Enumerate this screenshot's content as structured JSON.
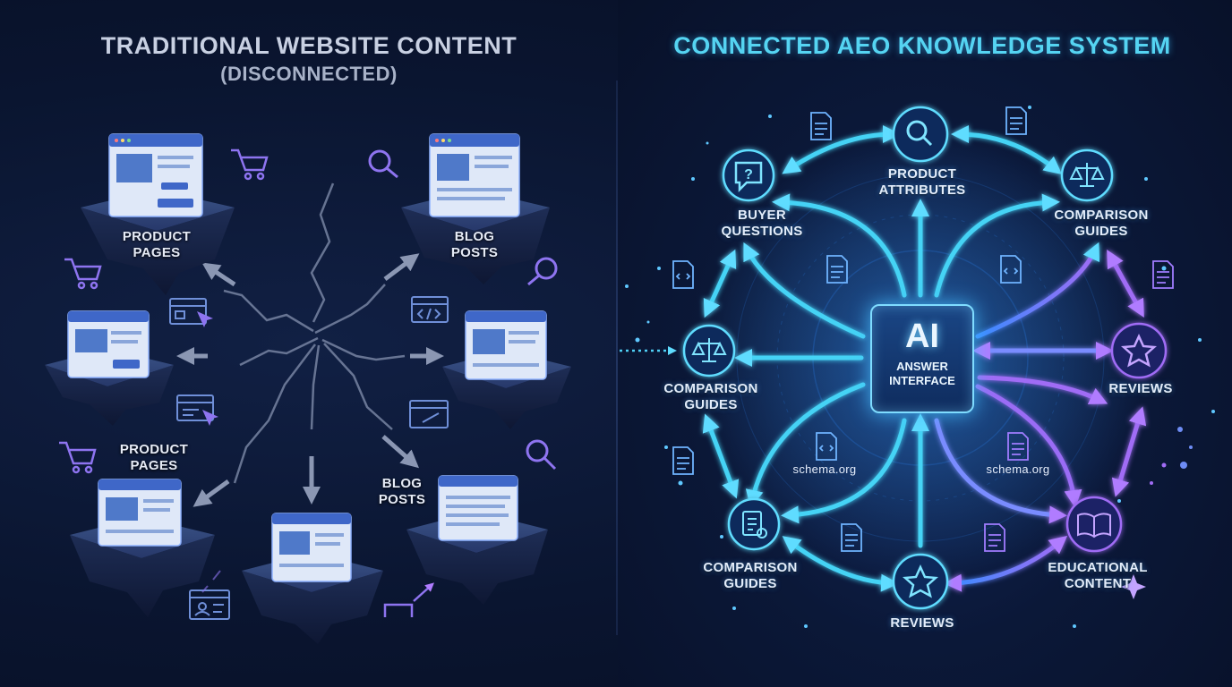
{
  "left": {
    "title": "TRADITIONAL WEBSITE CONTENT",
    "subtitle": "(DISCONNECTED)",
    "labels": [
      "PRODUCT\nPAGES",
      "BLOG\nPOSTS",
      "PRODUCT\nPAGES",
      "BLOG\nPOSTS"
    ]
  },
  "right": {
    "title": "CONNECTED AEO KNOWLEDGE SYSTEM",
    "center_big": "AI",
    "center_sub": "ANSWER\nINTERFACE",
    "nodes": [
      "PRODUCT\nATTRIBUTES",
      "BUYER\nQUESTIONS",
      "COMPARISON\nGUIDES",
      "COMPARISON\nGUIDES",
      "REVIEWS",
      "COMPARISON\nGUIDES",
      "REVIEWS",
      "EDUCATIONAL\nCONTENT"
    ],
    "schema_labels": [
      "schema.org",
      "schema.org"
    ]
  },
  "colors": {
    "accent_cyan": "#4fd0f5",
    "accent_blue": "#3a8cff",
    "accent_purple": "#9a6cf5",
    "platform": "#2b3f6f",
    "page_window": "#dfe8f8"
  }
}
